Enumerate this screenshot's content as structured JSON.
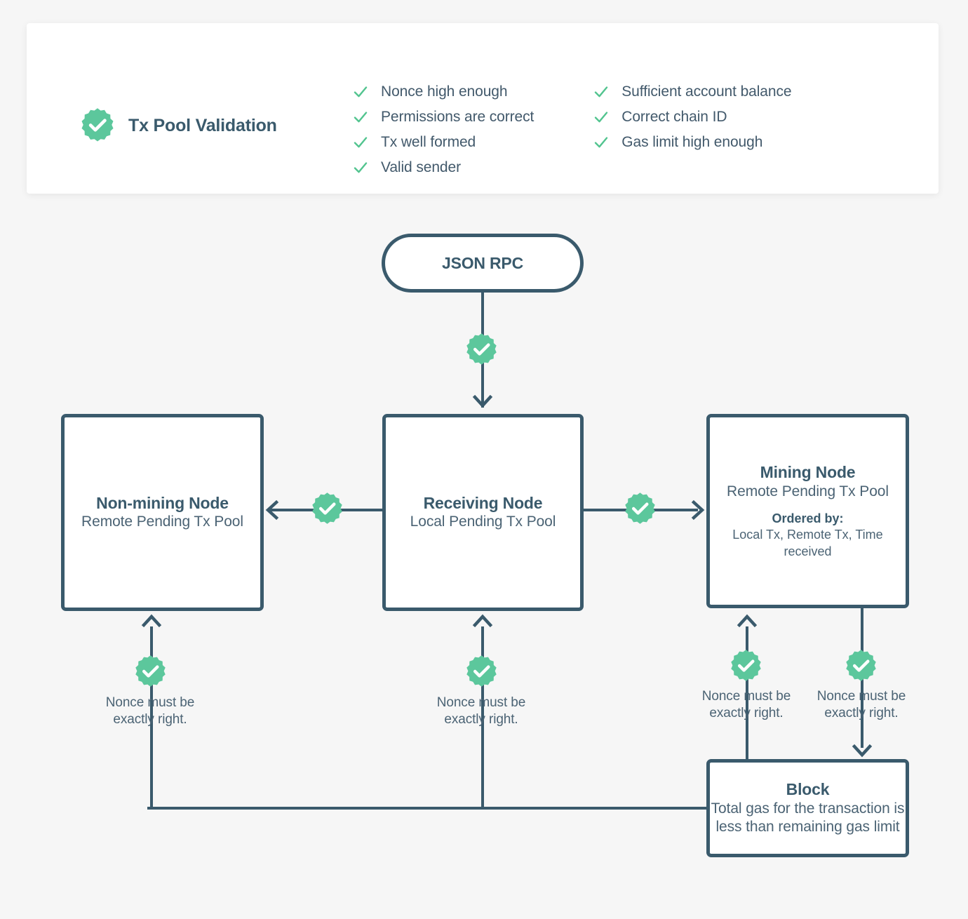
{
  "validation_panel": {
    "badge_icon": "check-rosette-icon",
    "title": "Tx Pool Validation",
    "columns": [
      {
        "items": [
          {
            "icon": "check-icon",
            "label": "Nonce high enough"
          },
          {
            "icon": "check-icon",
            "label": "Permissions are correct"
          },
          {
            "icon": "check-icon",
            "label": "Tx well formed"
          },
          {
            "icon": "check-icon",
            "label": "Valid sender"
          }
        ]
      },
      {
        "items": [
          {
            "icon": "check-icon",
            "label": "Sufficient account balance"
          },
          {
            "icon": "check-icon",
            "label": "Correct chain ID"
          },
          {
            "icon": "check-icon",
            "label": "Gas limit high enough"
          }
        ]
      }
    ]
  },
  "nodes": {
    "json_rpc": {
      "title": "JSON RPC"
    },
    "non_mining_node": {
      "title": "Non-mining Node",
      "subtitle": "Remote Pending\nTx Pool"
    },
    "receiving_node": {
      "title": "Receiving Node",
      "subtitle": "Local Pending\nTx Pool"
    },
    "mining_node": {
      "title": "Mining Node",
      "subtitle": "Remote Pending\nTx Pool",
      "extra_title": "Ordered by:",
      "extra": "Local Tx, Remote Tx,\nTime received"
    },
    "block": {
      "title": "Block",
      "subtitle": "Total gas for the\ntransaction is less than\nremaining gas limit"
    }
  },
  "edge_labels": {
    "non_mining_nonce": "Nonce must be\nexactly right.",
    "receiving_nonce": "Nonce must be\nexactly right.",
    "mining_up_nonce": "Nonce must be\nexactly right.",
    "mining_down_nonce": "Nonce must be\nexactly right."
  },
  "edge_badges": {
    "rpc_to_receiving": "check-rosette-icon",
    "receiving_to_non_mining": "check-rosette-icon",
    "receiving_to_mining": "check-rosette-icon",
    "block_to_non_mining": "check-rosette-icon",
    "block_to_receiving": "check-rosette-icon",
    "block_to_mining": "check-rosette-icon",
    "mining_to_block": "check-rosette-icon"
  },
  "colors": {
    "accent_green": "#5cc79c",
    "dark_teal": "#3a5a6c",
    "background": "#f6f6f6",
    "panel": "#ffffff"
  }
}
